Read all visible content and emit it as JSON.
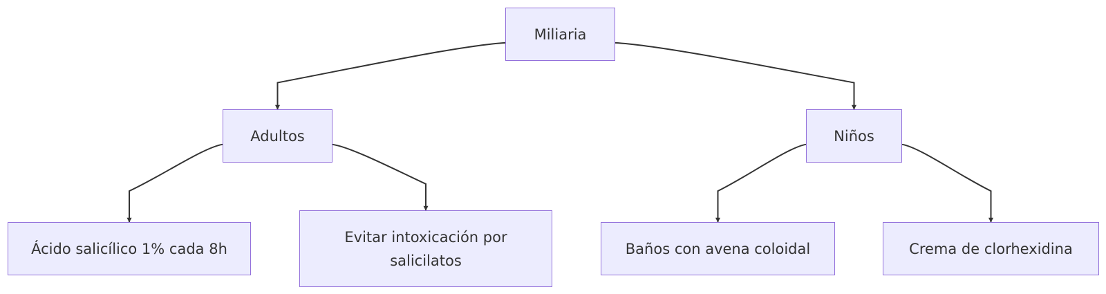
{
  "diagram": {
    "type": "flowchart-tree",
    "direction": "top-down",
    "colors": {
      "node_fill": "#ececfe",
      "node_border": "#9370db",
      "text": "#333333",
      "edge": "#333333"
    },
    "nodes": {
      "root": "Miliaria",
      "adultos": "Adultos",
      "ninos": "Niños",
      "acido": "Ácido salicílico 1% cada 8h",
      "evitar": "Evitar intoxicación por salicilatos",
      "banos": "Baños con avena coloidal",
      "crema": "Crema de clorhexidina"
    },
    "edges": [
      {
        "from": "root",
        "to": "adultos"
      },
      {
        "from": "root",
        "to": "ninos"
      },
      {
        "from": "adultos",
        "to": "acido"
      },
      {
        "from": "adultos",
        "to": "evitar"
      },
      {
        "from": "ninos",
        "to": "banos"
      },
      {
        "from": "ninos",
        "to": "crema"
      }
    ]
  }
}
